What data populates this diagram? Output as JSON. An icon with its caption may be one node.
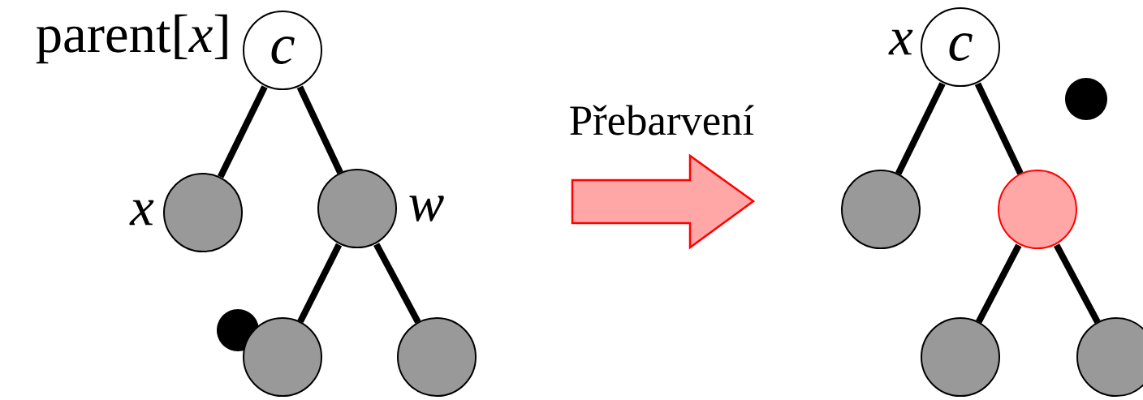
{
  "diagram": {
    "nodes": [
      {
        "text": [
          "c"
        ],
        "beside": [
          "parent[*x*]"
        ]
      },
      {
        "text": [],
        "shape": "circle",
        "beside": [
          "x"
        ]
      },
      {
        "text": [],
        "shape": "circle",
        "beside": [
          "w"
        ]
      },
      {
        "text": [],
        "shape": "circle"
      },
      {
        "text": [],
        "shape": "circle"
      },
      {
        "text": [
          "c"
        ],
        "beside": [
          "x"
        ]
      },
      {
        "text": [],
        "shape": "circle"
      },
      {
        "text": [],
        "shape": "circle"
      },
      {
        "text": [],
        "shape": "circle"
      },
      {
        "text": [],
        "shape": "circle"
      }
    ],
    "edges": [
      {
        "from": 0,
        "to": 1,
        "arrow": "none"
      },
      {
        "from": 0,
        "to": 2,
        "arrow": "none"
      },
      {
        "from": 2,
        "to": 3,
        "arrow": "none"
      },
      {
        "from": 2,
        "to": 4,
        "arrow": "none"
      },
      {
        "from": 5,
        "to": 6,
        "arrow": "none"
      },
      {
        "from": 5,
        "to": 7,
        "arrow": "none"
      },
      {
        "from": 7,
        "to": 8,
        "arrow": "none"
      },
      {
        "from": 7,
        "to": 9,
        "arrow": "none"
      }
    ],
    "labels": [
      "Přebarvení"
    ]
  }
}
